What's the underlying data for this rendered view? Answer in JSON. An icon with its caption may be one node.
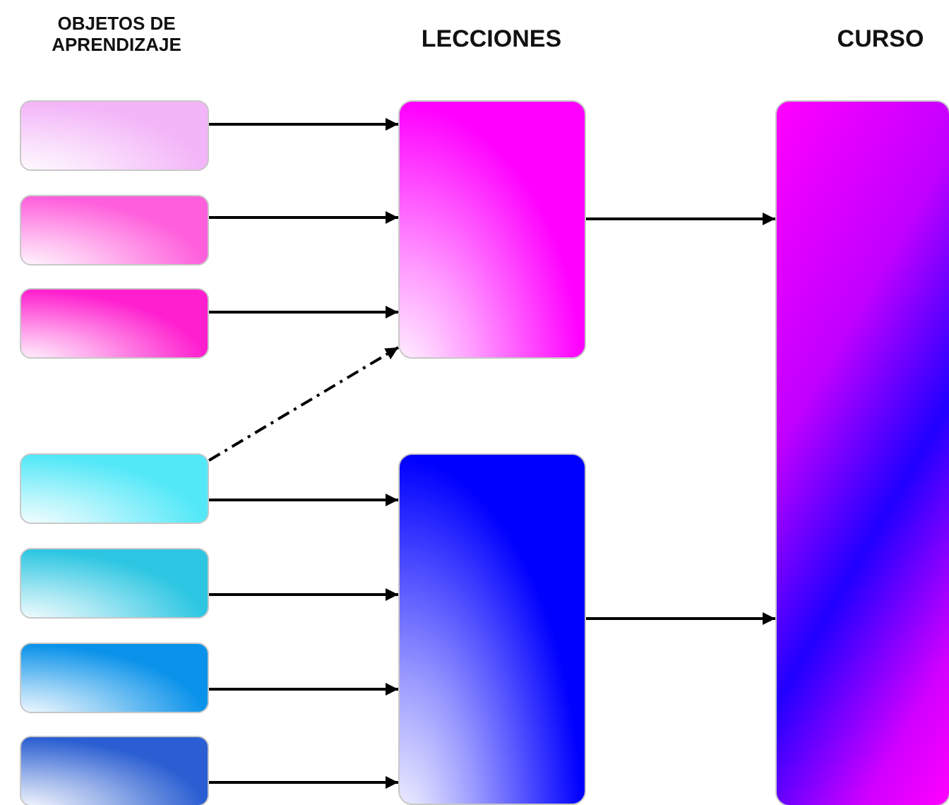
{
  "diagram": {
    "nodes": [
      {
        "text": [],
        "shape": "box"
      },
      {
        "text": [],
        "shape": "box"
      },
      {
        "text": [],
        "shape": "box"
      },
      {
        "text": [],
        "shape": "box"
      },
      {
        "text": [],
        "shape": "box"
      },
      {
        "text": [],
        "shape": "box"
      },
      {
        "text": [],
        "shape": "box"
      },
      {
        "text": [],
        "shape": "box"
      },
      {
        "text": [],
        "shape": "box"
      },
      {
        "text": [],
        "shape": "box"
      }
    ],
    "edges": [
      {
        "from": 0,
        "to": 7,
        "arrow": "to"
      },
      {
        "from": 1,
        "to": 7,
        "arrow": "to"
      },
      {
        "from": 2,
        "to": 7,
        "arrow": "to"
      },
      {
        "from": 3,
        "to": 7,
        "arrow": "to",
        "style": "dashed"
      },
      {
        "from": 3,
        "to": 8,
        "arrow": "to"
      },
      {
        "from": 4,
        "to": 8,
        "arrow": "to"
      },
      {
        "from": 5,
        "to": 8,
        "arrow": "to"
      },
      {
        "from": 6,
        "to": 8,
        "arrow": "to"
      },
      {
        "from": 7,
        "to": 9,
        "arrow": "to"
      },
      {
        "from": 8,
        "to": 9,
        "arrow": "to"
      }
    ],
    "labels": [
      "OBJETOS DE APRENDIZAJE",
      "LECCIONES",
      "CURSO"
    ]
  }
}
